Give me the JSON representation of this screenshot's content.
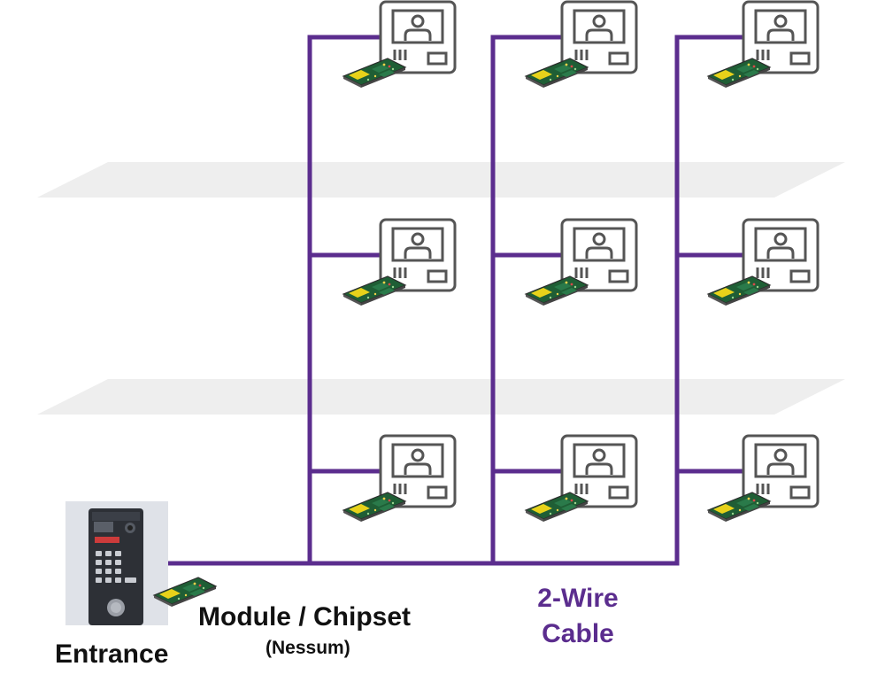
{
  "labels": {
    "entrance": "Entrance",
    "module": "Module / Chipset",
    "module_sub": "(Nessum)",
    "cable_line1": "2-Wire",
    "cable_line2": "Cable"
  },
  "colors": {
    "cable": "#5b2d8e",
    "monitor_outline": "#555555",
    "floor_slab": "#eeeeee",
    "chip_board": "#1f5e35",
    "chip_highlight": "#e8d21a"
  },
  "icons": {
    "monitor": "video-intercom-monitor-icon",
    "module": "nessum-chip-module-icon",
    "entrance_panel": "entrance-door-station-icon"
  },
  "structure": {
    "floors": 3,
    "units_per_floor": 3,
    "risers": 3
  }
}
